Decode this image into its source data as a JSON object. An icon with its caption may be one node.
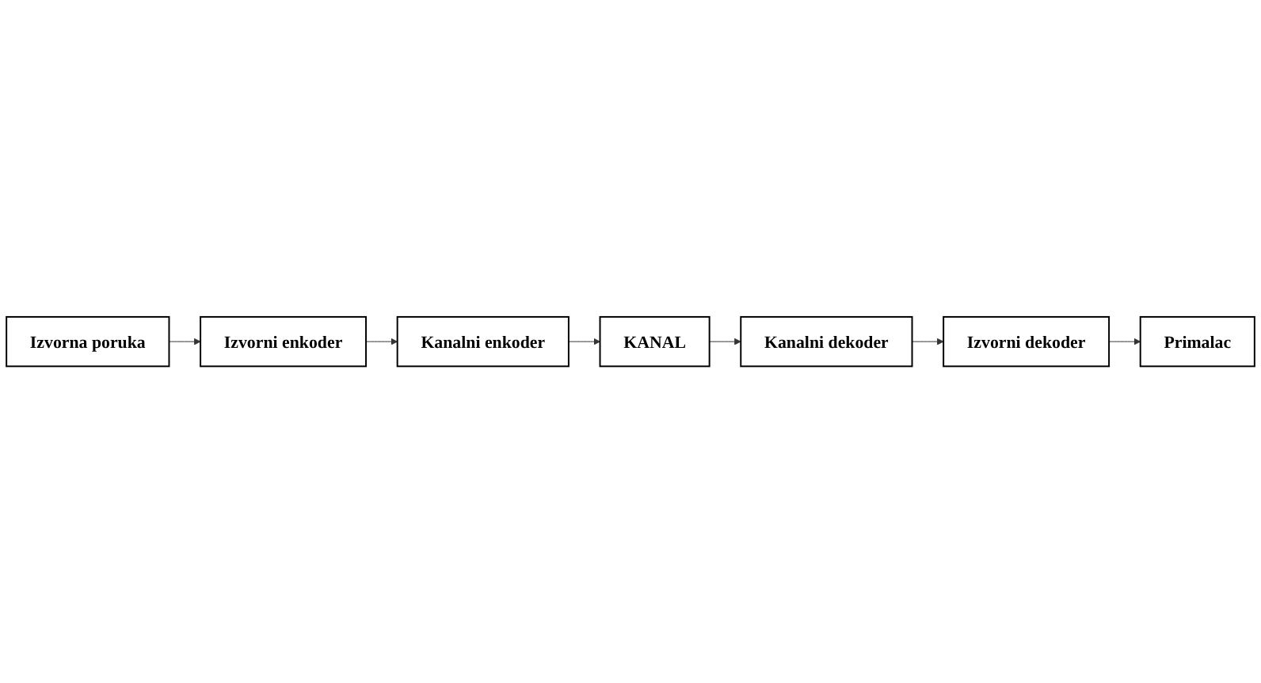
{
  "diagram": {
    "nodes": [
      {
        "text": [
          "Izvorna poruka"
        ]
      },
      {
        "text": [
          "Izvorni enkoder"
        ]
      },
      {
        "text": [
          "Kanalni enkoder"
        ]
      },
      {
        "text": [
          "KANAL"
        ]
      },
      {
        "text": [
          "Kanalni dekoder"
        ]
      },
      {
        "text": [
          "Izvorni dekoder"
        ]
      },
      {
        "text": [
          "Primalac"
        ]
      }
    ],
    "edges": [
      {
        "from": 0,
        "to": 1,
        "arrow": "to"
      },
      {
        "from": 1,
        "to": 2,
        "arrow": "to"
      },
      {
        "from": 2,
        "to": 3,
        "arrow": "to"
      },
      {
        "from": 3,
        "to": 4,
        "arrow": "to"
      },
      {
        "from": 4,
        "to": 5,
        "arrow": "to"
      },
      {
        "from": 5,
        "to": 6,
        "arrow": "to"
      }
    ]
  }
}
